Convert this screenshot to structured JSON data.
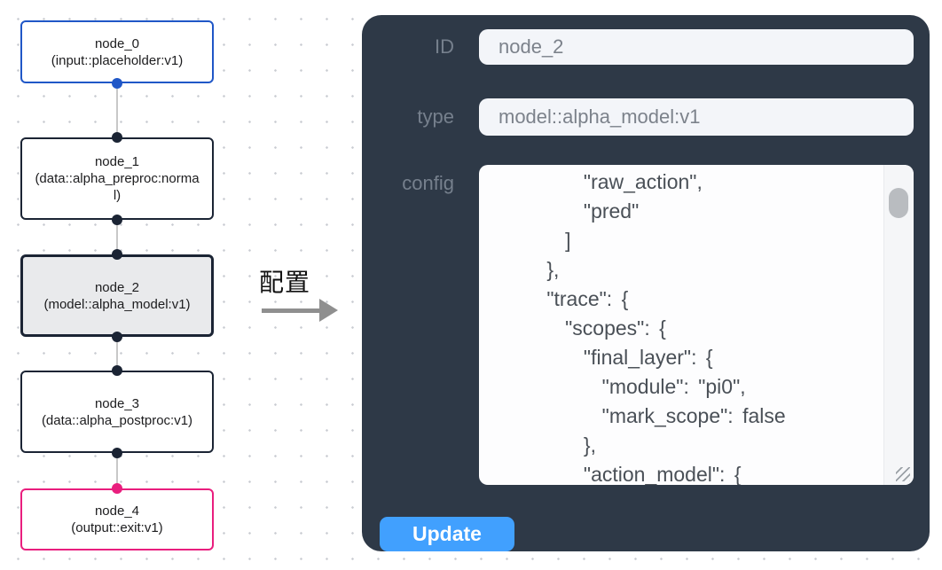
{
  "canvas": {
    "nodes": [
      {
        "id": "node_0",
        "title": "node_0",
        "subtitle": "(input::placeholder:v1)",
        "role": "input",
        "accent_color": "#2057c7"
      },
      {
        "id": "node_1",
        "title": "node_1",
        "subtitle": "(data::alpha_preproc:normal)",
        "role": "process"
      },
      {
        "id": "node_2",
        "title": "node_2",
        "subtitle": "(model::alpha_model:v1)",
        "role": "process",
        "state": "selected"
      },
      {
        "id": "node_3",
        "title": "node_3",
        "subtitle": "(data::alpha_postproc:v1)",
        "role": "process"
      },
      {
        "id": "node_4",
        "title": "node_4",
        "subtitle": "(output::exit:v1)",
        "role": "output",
        "accent_color": "#e91e7e"
      }
    ]
  },
  "annotation": {
    "label": "配置"
  },
  "panel": {
    "background_color": "#2e3947",
    "fields": [
      {
        "label": "ID",
        "value": "node_2"
      },
      {
        "label": "type",
        "value": "model::alpha_model:v1"
      },
      {
        "label": "config"
      }
    ],
    "config_text": "          \"raw_action\",\n          \"pred\"\n        ]\n      },\n      \"trace\": {\n        \"scopes\": {\n          \"final_layer\": {\n            \"module\": \"pi0\",\n            \"mark_scope\": false\n          },\n          \"action_model\": {",
    "update_label": "Update",
    "update_color": "#41a0fe"
  }
}
